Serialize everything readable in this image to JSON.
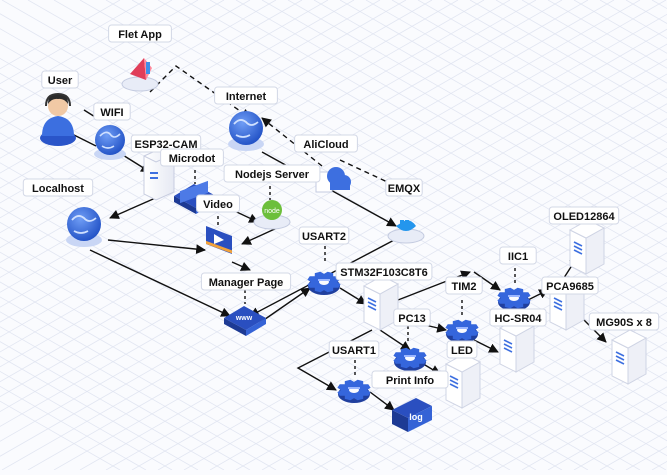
{
  "labels": {
    "user": "User",
    "wifi": "WIFI",
    "flet_app": "Flet App",
    "internet": "Internet",
    "alicloud": "AliCloud",
    "esp32_cam": "ESP32-CAM",
    "microdot": "Microdot",
    "nodejs_server": "Nodejs Server",
    "localhost": "Localhost",
    "video": "Video",
    "emqx": "EMQX",
    "usart2": "USART2",
    "stm32": "STM32F103C8T6",
    "manager_page": "Manager Page",
    "tim2": "TIM2",
    "iic1": "IIC1",
    "pca9685": "PCA9685",
    "oled": "OLED12864",
    "hc_sr04": "HC-SR04",
    "pc13": "PC13",
    "led": "LED",
    "mg90s": "MG90S x 8",
    "usart1": "USART1",
    "print_info": "Print Info"
  },
  "icon_text": {
    "nodejs_logo": "node",
    "www_badge": "www",
    "log_badge": "log"
  },
  "colors": {
    "accent_blue": "#3d6fe0",
    "dark_blue": "#2345a8",
    "globe": "#2f67d9",
    "label_text": "#111111",
    "line": "#111111",
    "grid": "#dfe3f0"
  }
}
